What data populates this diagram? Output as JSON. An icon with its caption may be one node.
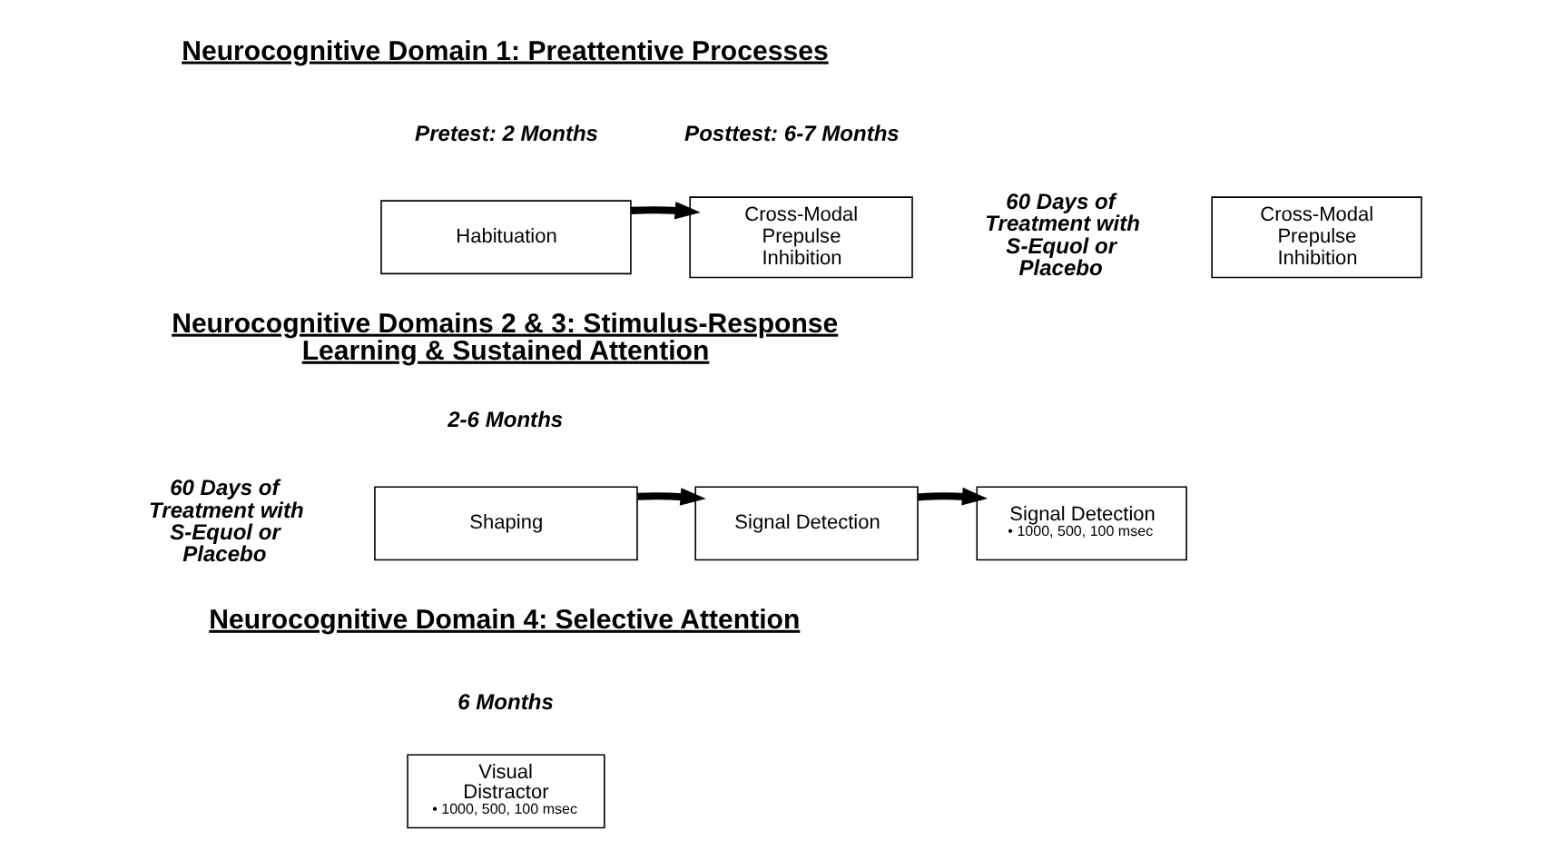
{
  "diagram": {
    "nodes": [
      {
        "text": [
          "Habituation"
        ]
      },
      {
        "text": [
          "Cross-Modal Prepulse Inhibition"
        ]
      },
      {
        "text": [
          "Cross-Modal Prepulse Inhibition"
        ]
      },
      {
        "text": [
          "Shaping"
        ]
      },
      {
        "text": [
          "Signal Detection"
        ]
      },
      {
        "text": [
          "Signal Detection",
          "• 1000, 500, 100 msec"
        ]
      },
      {
        "text": [
          "Visual Distractor",
          "• 1000, 500, 100 msec"
        ]
      }
    ],
    "edges": [
      {
        "from": 0,
        "to": 1,
        "arrow": "to"
      },
      {
        "from": 3,
        "to": 4,
        "arrow": "to"
      },
      {
        "from": 4,
        "to": 5,
        "arrow": "to"
      }
    ],
    "labels": [
      "Neurocognitive Domain 1: Preattentive Processes",
      "Pretest: 2 Months",
      "Posttest: 6-7 Months",
      "60 Days of Treatment with S-Equol or Placebo",
      "Neurocognitive Domains 2 & 3: Stimulus-Response Learning & Sustained Attention",
      "2-6 Months",
      "60 Days of Treatment with S-Equol or Placebo",
      "Neurocognitive Domain 4: Selective Attention",
      "6 Months"
    ]
  }
}
